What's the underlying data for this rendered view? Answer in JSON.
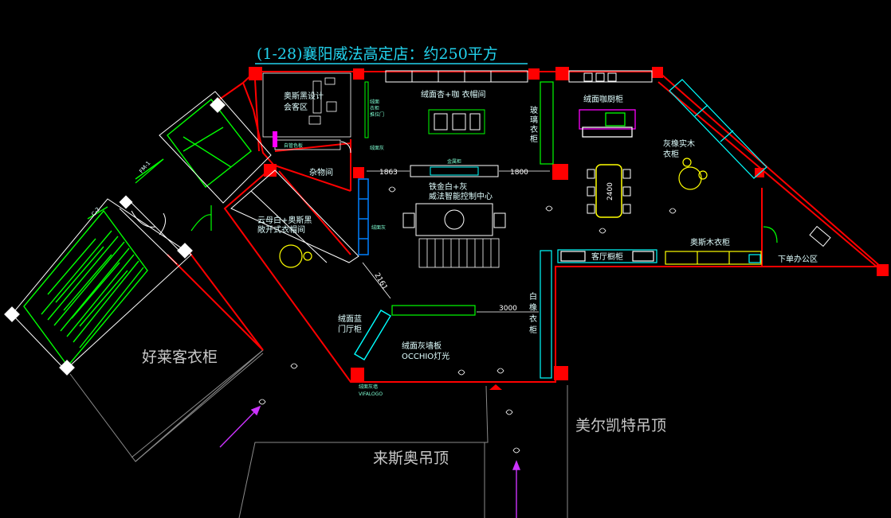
{
  "title": "(1-28)襄阳威法高定店：约250平方",
  "colors": {
    "background": "#000000",
    "wall": "#ff0000",
    "title": "#22d3ee",
    "stairs": "#00ff00",
    "cabinet_blue": "#0080ff",
    "cabinet_cyan": "#00ffff",
    "furniture": "#ffffff",
    "magenta": "#ff00ff",
    "yellow": "#ffff00",
    "arrow": "#cc33ff"
  },
  "rooms": {
    "design_zone": "奥斯黑设计",
    "design_zone_2": "会客区",
    "wardrobe_room": "绒面杏+咖 衣帽间",
    "kitchen_cabinet": "绒面咖厨柜",
    "storage_room": "杂物间",
    "cloud_white": "云母白+奥斯黑",
    "cloud_white_2": "敞开式衣帽间",
    "control_center": "铁金白+灰",
    "control_center_2": "威法智能控制中心",
    "grey_wardrobe": "灰橡实木",
    "grey_wardrobe_2": "衣柜",
    "aos_wardrobe": "奥斯木衣柜",
    "office": "下单办公区",
    "velvet_door": "绒面蓝",
    "velvet_door_2": "门厅柜",
    "velvet_wall": "绒面灰墙板",
    "occhio": "OCCHIO灯光",
    "white_wardrobe": "白",
    "white_wardrobe_2": "橡",
    "white_wardrobe_3": "衣",
    "white_wardrobe_4": "柜",
    "right_wardrobe": "玻",
    "right_wardrobe_2": "璃",
    "right_wardrobe_3": "衣",
    "right_wardrobe_4": "柜",
    "kitchen_bar": "客厅橱柜",
    "wine_cabinet": "推拉门",
    "entry_logo": "绒面灰墙",
    "entry_logo_2": "VIFALOGO",
    "wardrobe_small": "自管色板",
    "gold_cabinet": "金属柜",
    "mid_wall_label": "绒面灰"
  },
  "dimensions": {
    "d1863": "1863",
    "d1800": "1800",
    "d2400": "2400",
    "d3000": "3000",
    "d2161": "2161",
    "fm": "FM-1",
    "stair_tag": "C-2"
  },
  "surroundings": {
    "left_store": "好莱客衣柜",
    "bottom_store": "来斯奥吊顶",
    "right_store": "美尔凯特吊顶"
  }
}
